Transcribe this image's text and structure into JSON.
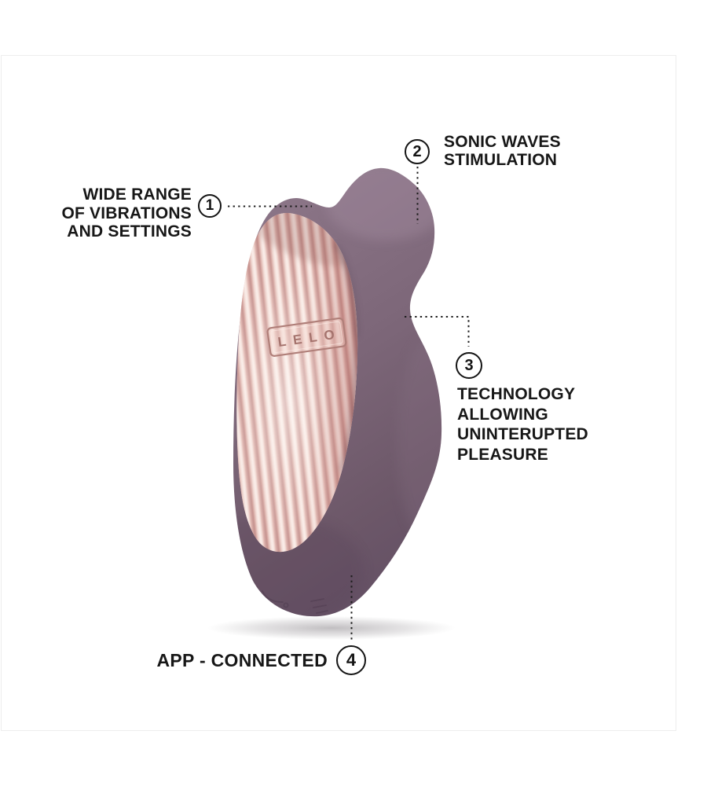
{
  "page": {
    "background": "#ffffff",
    "frame_border_color": "#ededed"
  },
  "product": {
    "brand": "LELO",
    "body_color": "#7b6578",
    "face_highlight_color": "#fdf4f0",
    "face_rose_gold_color": "#c28c88"
  },
  "annotations": [
    {
      "number": "1",
      "label": "WIDE RANGE\nOF VIBRATIONS\nAND SETTINGS"
    },
    {
      "number": "2",
      "label": "SONIC WAVES\nSTIMULATION"
    },
    {
      "number": "3",
      "label": "TECHNOLOGY\nALLOWING\nUNINTERUPTED\nPLEASURE"
    },
    {
      "number": "4",
      "label": "APP - CONNECTED"
    }
  ]
}
